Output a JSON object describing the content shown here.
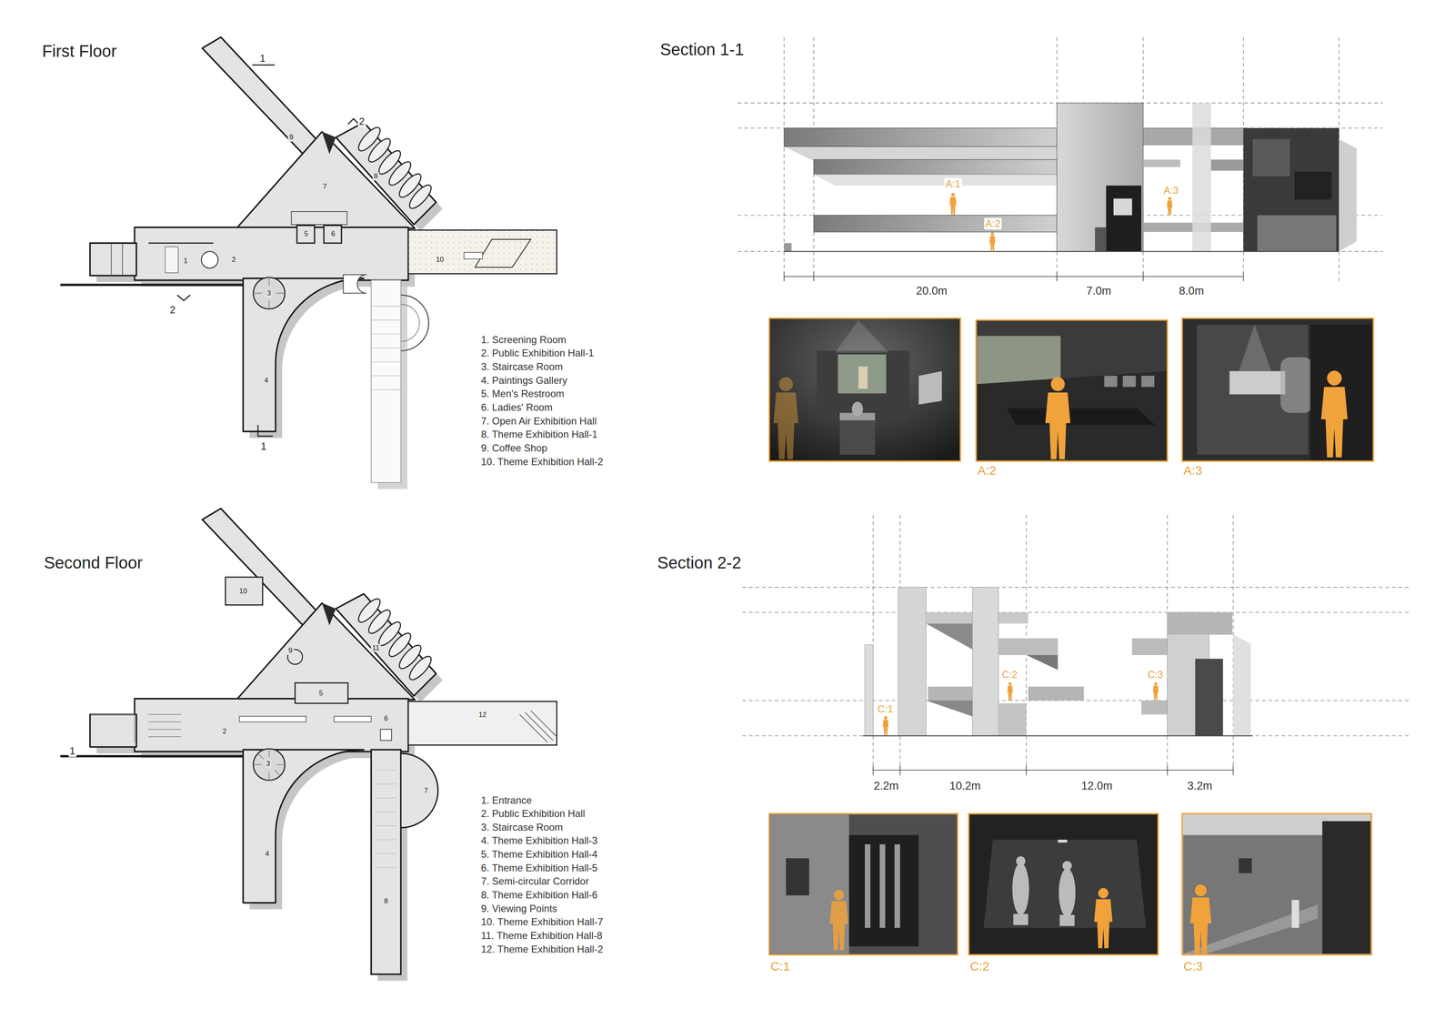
{
  "diagram": {
    "labels": [
      "First Floor",
      "1",
      "2",
      "9",
      "8",
      "7",
      "5",
      "6",
      "1",
      "2",
      "10",
      "3",
      "2",
      "4",
      "1",
      "1. Screening Room",
      "2. Public Exhibition Hall-1",
      "3. Staircase Room",
      "4. Paintings Gallery",
      "5. Men's Restroom",
      "6. Ladies' Room",
      "7. Open Air Exhibition Hall",
      "8. Theme Exhibition Hall-1",
      "9. Coffee Shop",
      "10. Theme Exhibition Hall-2",
      "Second Floor",
      "10",
      "9",
      "11",
      "5",
      "6",
      "12",
      "2",
      "1",
      "3",
      "7",
      "4",
      "8",
      "1. Entrance",
      "2. Public Exhibition Hall",
      "3. Staircase Room",
      "4. Theme Exhibition Hall-3",
      "5. Theme Exhibition Hall-4",
      "6. Theme Exhibition Hall-5",
      "7. Semi-circular Corridor",
      "8. Theme Exhibition Hall-6",
      "9. Viewing Points",
      "10. Theme Exhibition Hall-7",
      "11. Theme Exhibition Hall-8",
      "12. Theme Exhibition Hall-2",
      "Section 1-1",
      "A:1",
      "A:2",
      "A:3",
      "20.0m",
      "7.0m",
      "8.0m",
      "A:2",
      "A:3",
      "Section 2-2",
      "C:2",
      "C:3",
      "C:1",
      "2.2m",
      "10.2m",
      "12.0m",
      "3.2m",
      "C:1",
      "C:2",
      "C:3"
    ]
  }
}
